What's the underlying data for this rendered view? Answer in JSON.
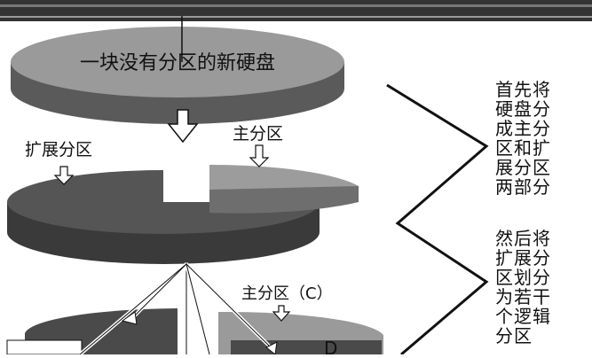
{
  "disk_label": "一块没有分区的新硬盘",
  "label_extended": "扩展分区",
  "label_primary": "主分区",
  "label_primary_c": "主分区（C）",
  "partition_d": "D",
  "step1_lines": [
    "首先将",
    "硬盘分",
    "成主分",
    "区和扩",
    "展分区",
    "两部分"
  ],
  "step2_lines": [
    "然后将",
    "扩展分",
    "区划分",
    "为若干",
    "个逻辑",
    "分区"
  ],
  "colors": {
    "disk_top": "#9a9a9a",
    "disk_side": "#5a5a5a",
    "extended_top": "#555555",
    "extended_side": "#3a3a3a",
    "primary_top": "#9c9c9c",
    "primary_side": "#6e6e6e",
    "line": "#111111"
  }
}
